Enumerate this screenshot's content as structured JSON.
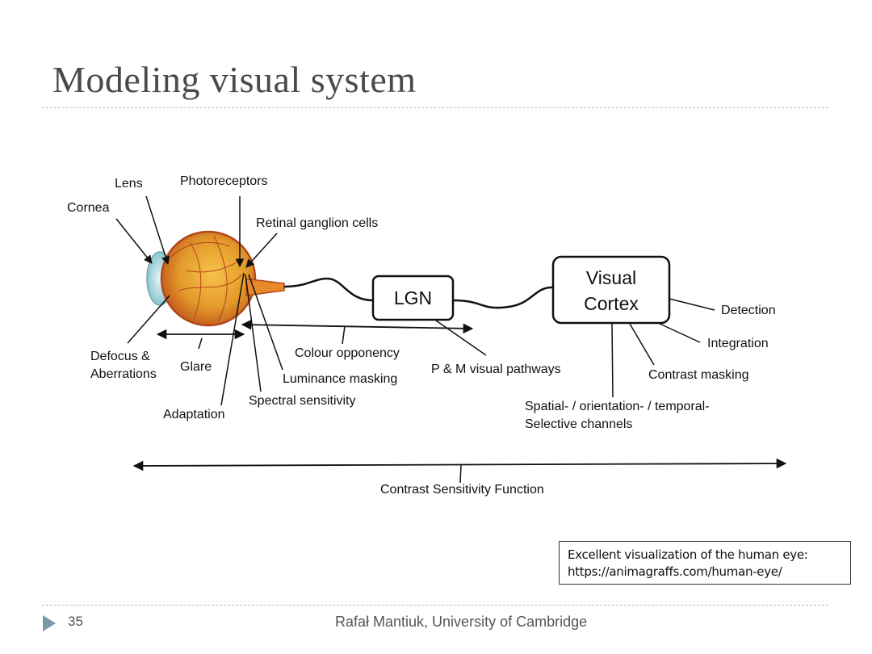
{
  "slide": {
    "title": "Modeling visual system",
    "page_number": "35",
    "footer": "Rafał Mantiuk, University of Cambridge"
  },
  "diagram": {
    "eye_labels": {
      "lens": "Lens",
      "cornea": "Cornea",
      "photoreceptors": "Photoreceptors",
      "retinal_ganglion_cells": "Retinal ganglion cells",
      "defocus_line1": "Defocus &",
      "defocus_line2": "Aberrations",
      "glare": "Glare",
      "adaptation": "Adaptation",
      "spectral_sensitivity": "Spectral sensitivity",
      "luminance_masking": "Luminance masking",
      "colour_opponency": "Colour opponency"
    },
    "lgn": "LGN",
    "pathways": "P & M visual pathways",
    "cortex_line1": "Visual",
    "cortex_line2": "Cortex",
    "cortex_labels": {
      "detection": "Detection",
      "integration": "Integration",
      "contrast_masking": "Contrast masking",
      "channels_line1": "Spatial- / orientation- / temporal-",
      "channels_line2": "Selective channels"
    },
    "csf": "Contrast Sensitivity Function"
  },
  "note": {
    "line1": "Excellent visualization of the human eye:",
    "line2": "https://animagraffs.com/human-eye/"
  }
}
